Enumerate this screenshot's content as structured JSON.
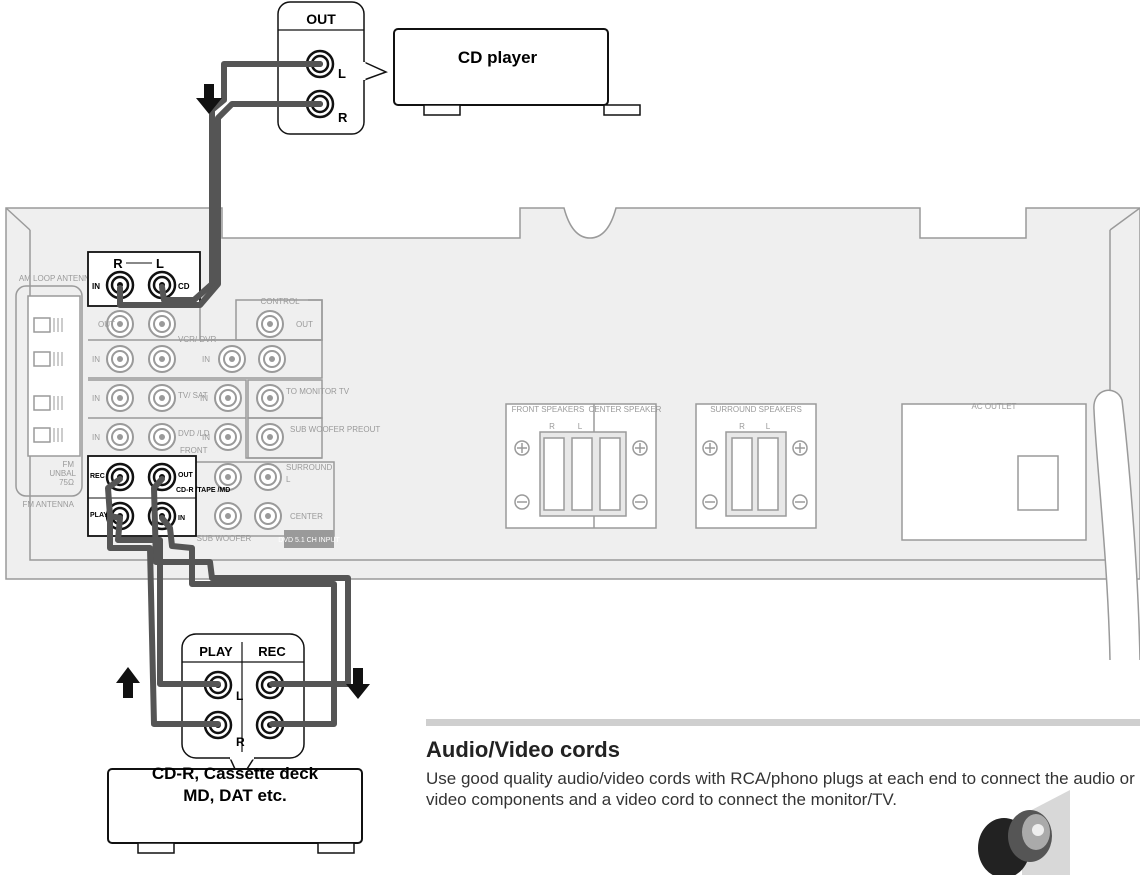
{
  "cd_player": {
    "title": "CD player",
    "jack_header": "OUT",
    "left": "L",
    "right": "R"
  },
  "deck": {
    "title_line1": "CD-R, Cassette deck",
    "title_line2": "MD, DAT etc.",
    "play": "PLAY",
    "rec": "REC",
    "left": "L",
    "right": "R"
  },
  "receiver": {
    "cd_group": {
      "r": "R",
      "l": "L",
      "in": "IN",
      "cd": "CD"
    },
    "antenna": {
      "am": "AM LOOP ANTENNA",
      "fm1": "FM",
      "fm2": "UNBAL",
      "fm3": "75Ω",
      "fm_ant": "FM ANTENNA"
    },
    "control": "CONTROL",
    "control_out": "OUT",
    "vcr_out": "OUT",
    "vcr": "VCR/ DVR",
    "tv": "TV/ SAT",
    "dvd": "DVD /LD",
    "front_tag": "FRONT",
    "to_monitor": "TO MONITOR TV",
    "sub_preout": "SUB WOOFER PREOUT",
    "in_label": "IN",
    "tape_rec": "REC",
    "tape_play": "PLAY",
    "tape_out": "OUT",
    "tape_name": "CD-R /TAPE /MD",
    "tape_in": "IN",
    "surround": "SURROUND",
    "surround_l": "L",
    "center": "CENTER",
    "sub": "SUB WOOFER",
    "dvd51": "DVD 5.1 CH INPUT",
    "front_spk": "FRONT SPEAKERS",
    "center_spk": "CENTER SPEAKER",
    "surround_spk": "SURROUND SPEAKERS",
    "spk_r": "R",
    "spk_l": "L",
    "ac_outlet": "AC OUTLET"
  },
  "section": {
    "heading": "Audio/Video cords",
    "body": "Use good quality audio/video cords with RCA/phono plugs at each end to connect the audio or video components and a video cord to connect the monitor/TV."
  },
  "colors": {
    "cable": "#555555",
    "line": "#9a9a9a",
    "panel": "#efefef"
  }
}
